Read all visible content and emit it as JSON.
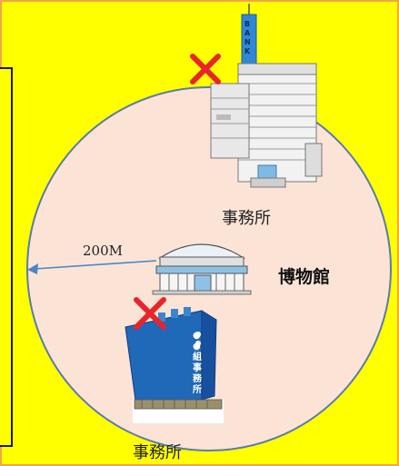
{
  "labels": {
    "office_top": "事務所",
    "office_bottom": "事務所",
    "museum": "博物館",
    "distance": "200M",
    "bank_sign": "BANK",
    "building_sign": "●●組事務所"
  },
  "icons": {
    "excluded_mark": "red-x-icon"
  },
  "colors": {
    "background": "#ffff00",
    "circle_fill": "#fbe4d6",
    "circle_stroke": "#5a7ba8",
    "cross": "#e8252b",
    "arrow": "#4a86c8"
  }
}
